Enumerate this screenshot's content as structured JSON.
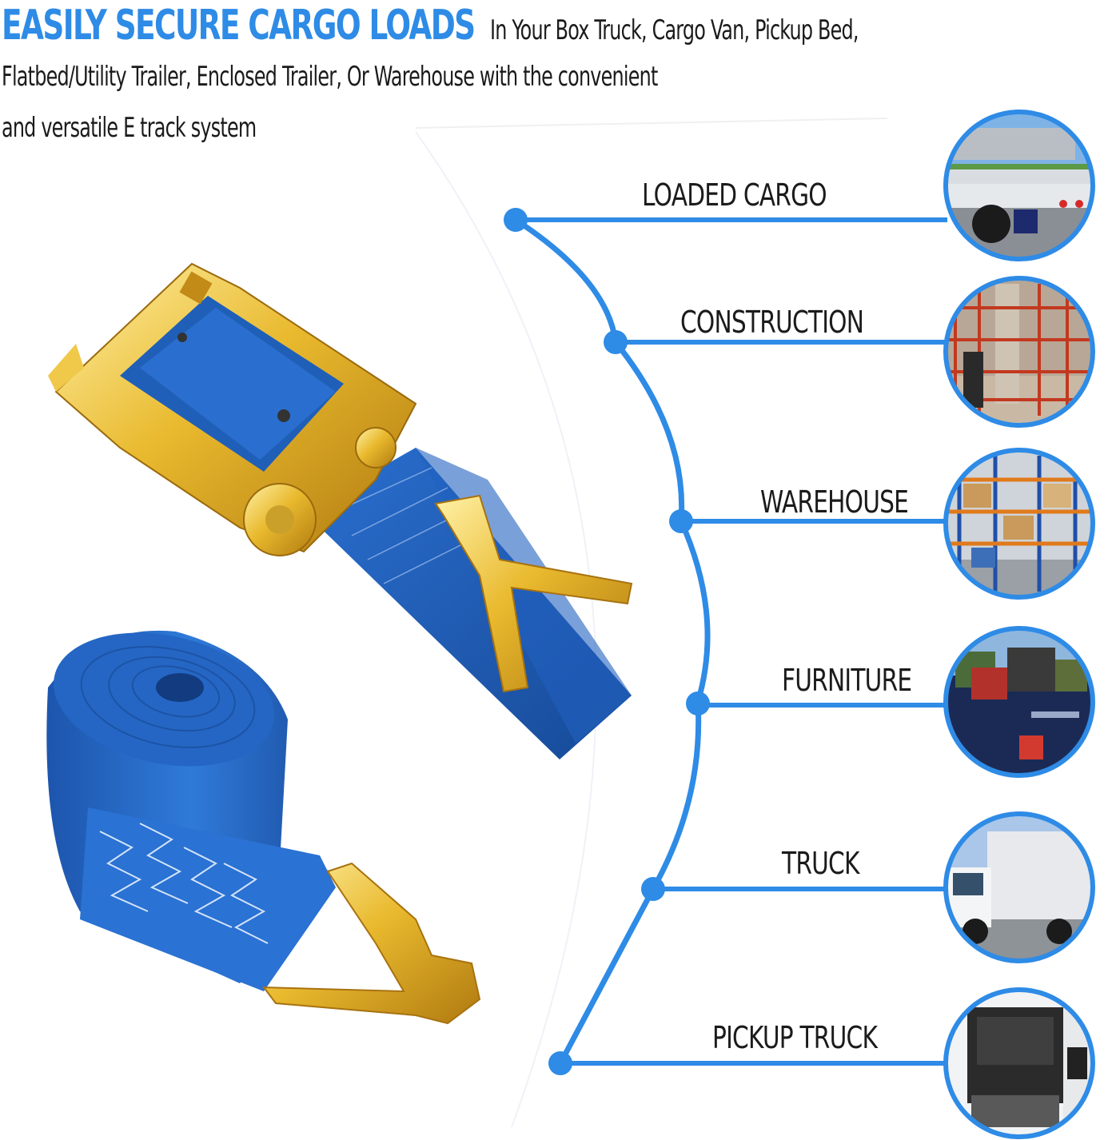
{
  "headline": {
    "brand": "EASILY SECURE CARGO LOADS",
    "line1": "In Your Box Truck, Cargo Van, Pickup Bed,",
    "line2": "Flatbed/Utility Trailer, Enclosed Trailer, Or Warehouse with the convenient",
    "line3": "and versatile E track system"
  },
  "applications": [
    {
      "label": "LOADED CARGO",
      "icon": "flatbed-trailer-photo"
    },
    {
      "label": "CONSTRUCTION",
      "icon": "construction-site-photo"
    },
    {
      "label": "WAREHOUSE",
      "icon": "warehouse-racks-photo"
    },
    {
      "label": "FURNITURE",
      "icon": "pickup-bed-cargo-photo"
    },
    {
      "label": "TRUCK",
      "icon": "box-truck-photo"
    },
    {
      "label": "PICKUP TRUCK",
      "icon": "cargo-van-interior-photo"
    }
  ],
  "colors": {
    "accent": "#2e8be6",
    "strap": "#1f5fb8",
    "hardware": "#e8b52a"
  }
}
